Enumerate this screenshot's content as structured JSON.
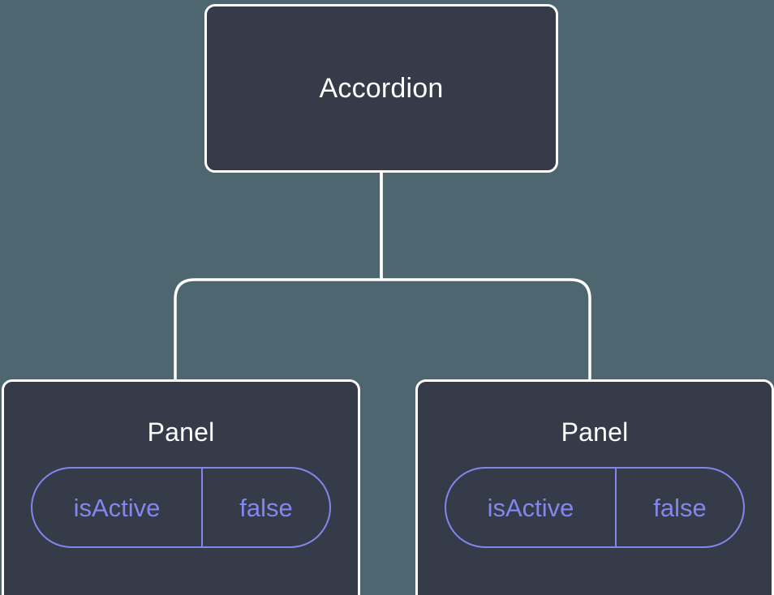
{
  "canvas": {
    "background_color": "#4d6670",
    "node_fill_color": "#353b49",
    "node_border_color": "#ffffff",
    "edge_color": "#ffffff",
    "state_accent_color": "#8287ee",
    "title_color": "#ffffff"
  },
  "tree": {
    "root": {
      "label": "Accordion"
    },
    "children": [
      {
        "label": "Panel",
        "state": {
          "key": "isActive",
          "value": "false"
        }
      },
      {
        "label": "Panel",
        "state": {
          "key": "isActive",
          "value": "false"
        }
      }
    ]
  }
}
